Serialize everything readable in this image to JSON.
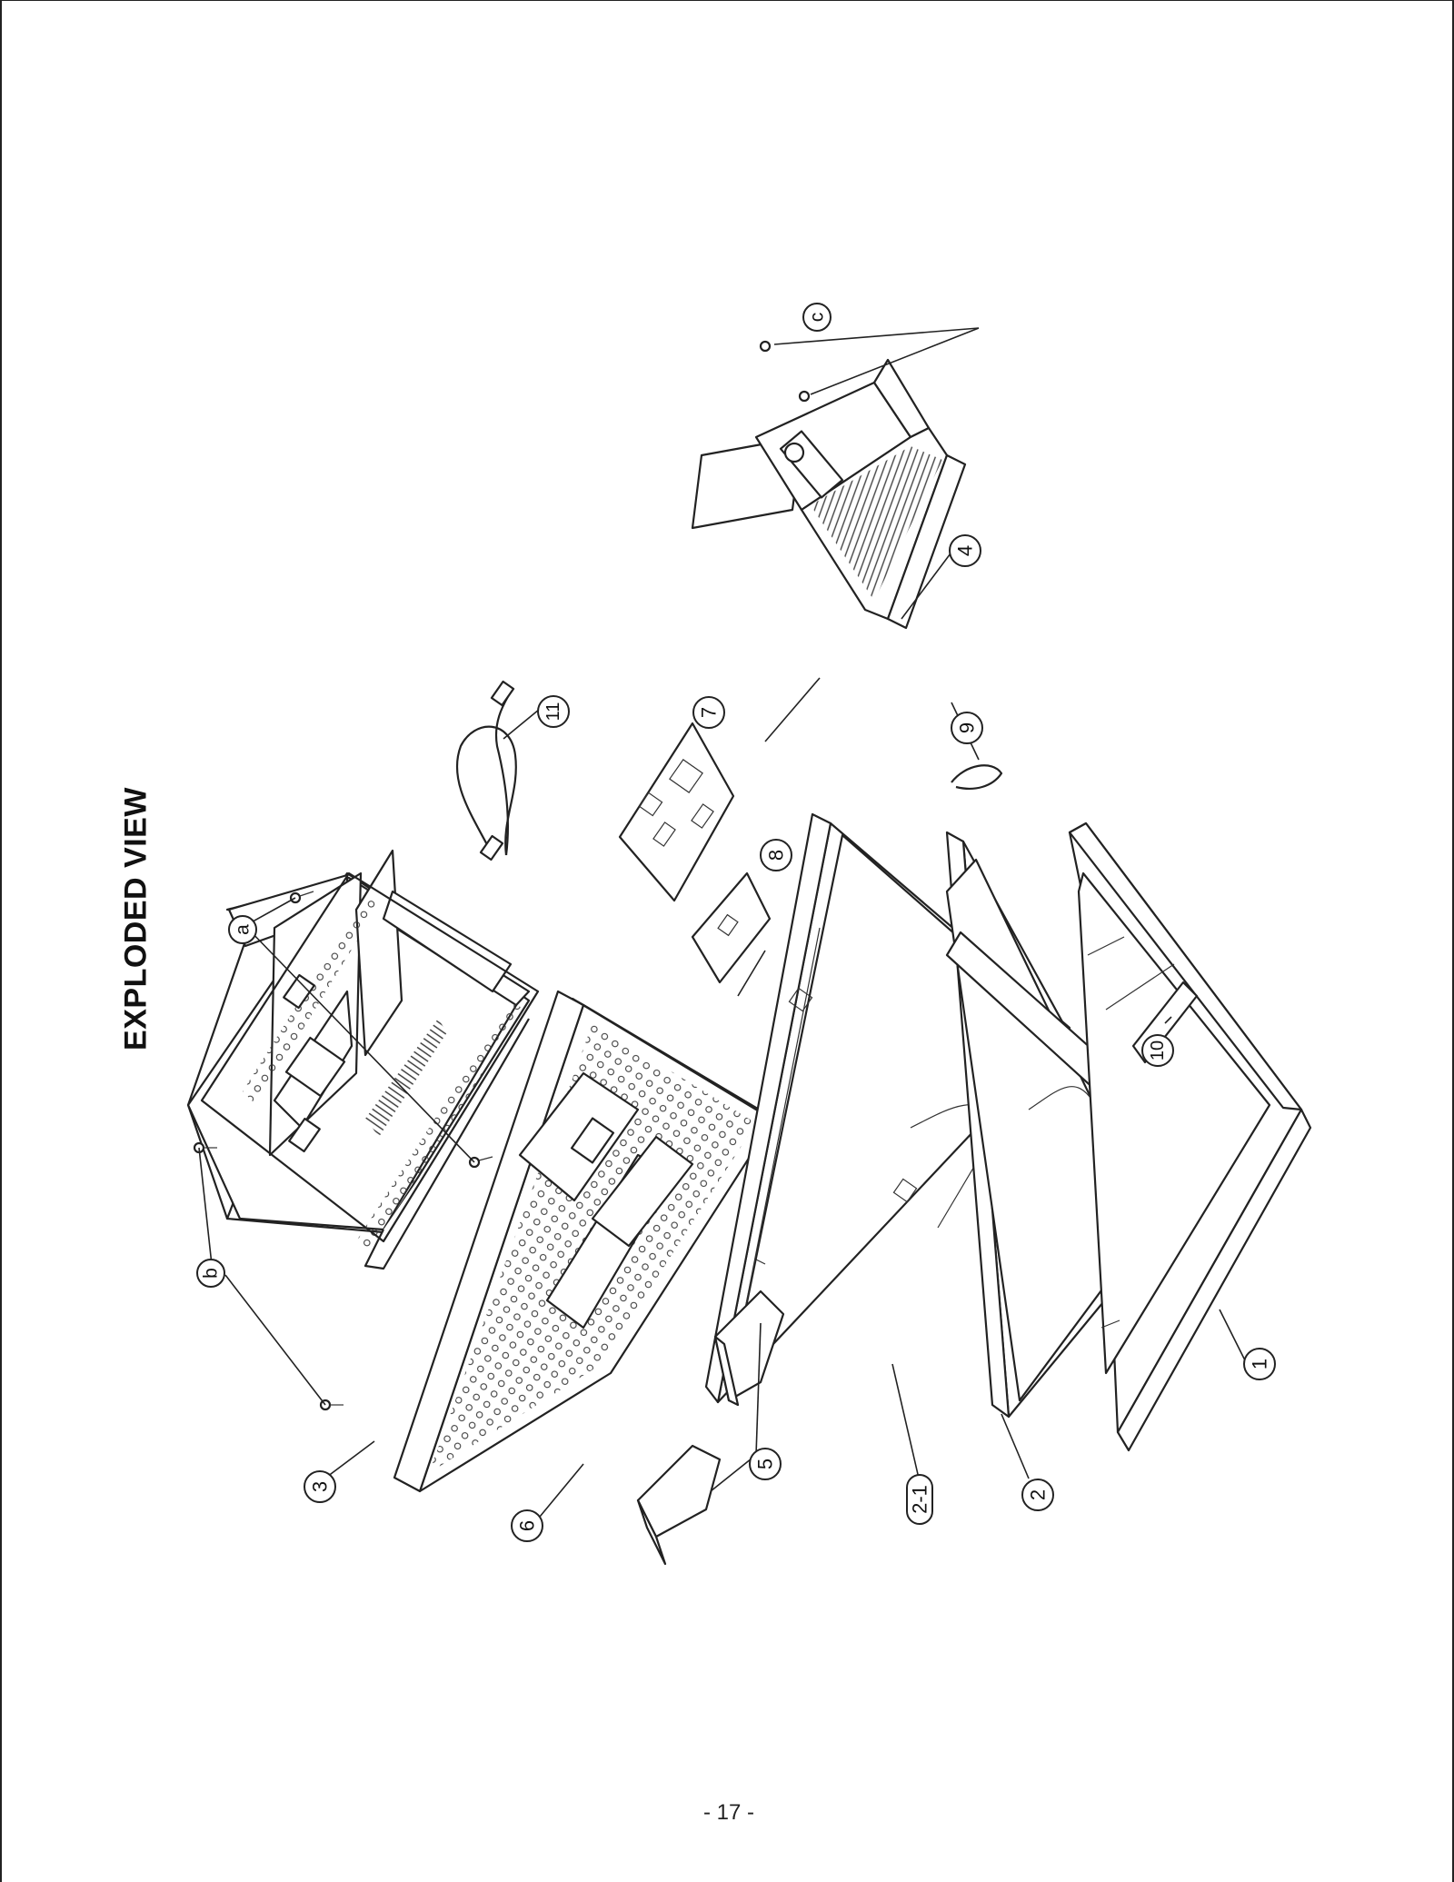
{
  "title": "EXPLODED VIEW",
  "page_number": "- 17 -",
  "callouts": {
    "p1": "1",
    "p2": "2",
    "p2_1": "2-1",
    "p3": "3",
    "p4": "4",
    "p5": "5",
    "p6": "6",
    "p7": "7",
    "p8": "8",
    "p9": "9",
    "p10": "10",
    "p11": "11",
    "a": "a",
    "b": "b",
    "c": "c"
  }
}
